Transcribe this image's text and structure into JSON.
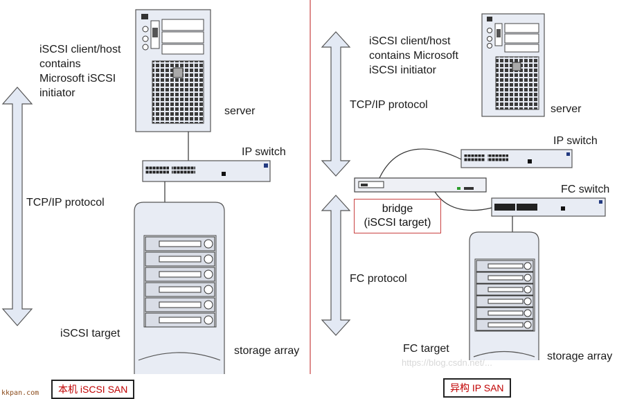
{
  "left": {
    "client_label": "iSCSI client/host\ncontains\nMicrosoft iSCSI\ninitiator",
    "server_label": "server",
    "ip_switch_label": "IP switch",
    "tcpip_label": "TCP/IP protocol",
    "target_label": "iSCSI target",
    "storage_label": "storage array",
    "caption": "本机 iSCSI SAN"
  },
  "right": {
    "client_label": "iSCSI client/host\ncontains Microsoft\niSCSI initiator",
    "tcpip_label": "TCP/IP protocol",
    "server_label": "server",
    "ip_switch_label": "IP switch",
    "fc_switch_label": "FC switch",
    "bridge_label": "bridge\n(iSCSI target)",
    "fc_protocol_label": "FC protocol",
    "fc_target_label": "FC target",
    "storage_label": "storage array",
    "caption": "异构 IP SAN"
  },
  "watermark_left": "kkpan.com",
  "watermark_url": "https://blog.csdn.net/...",
  "colors": {
    "divider": "#c94040",
    "device_fill": "#e8ecf4",
    "arrow_fill": "#e3e9f4",
    "caption_text": "#c00000"
  }
}
